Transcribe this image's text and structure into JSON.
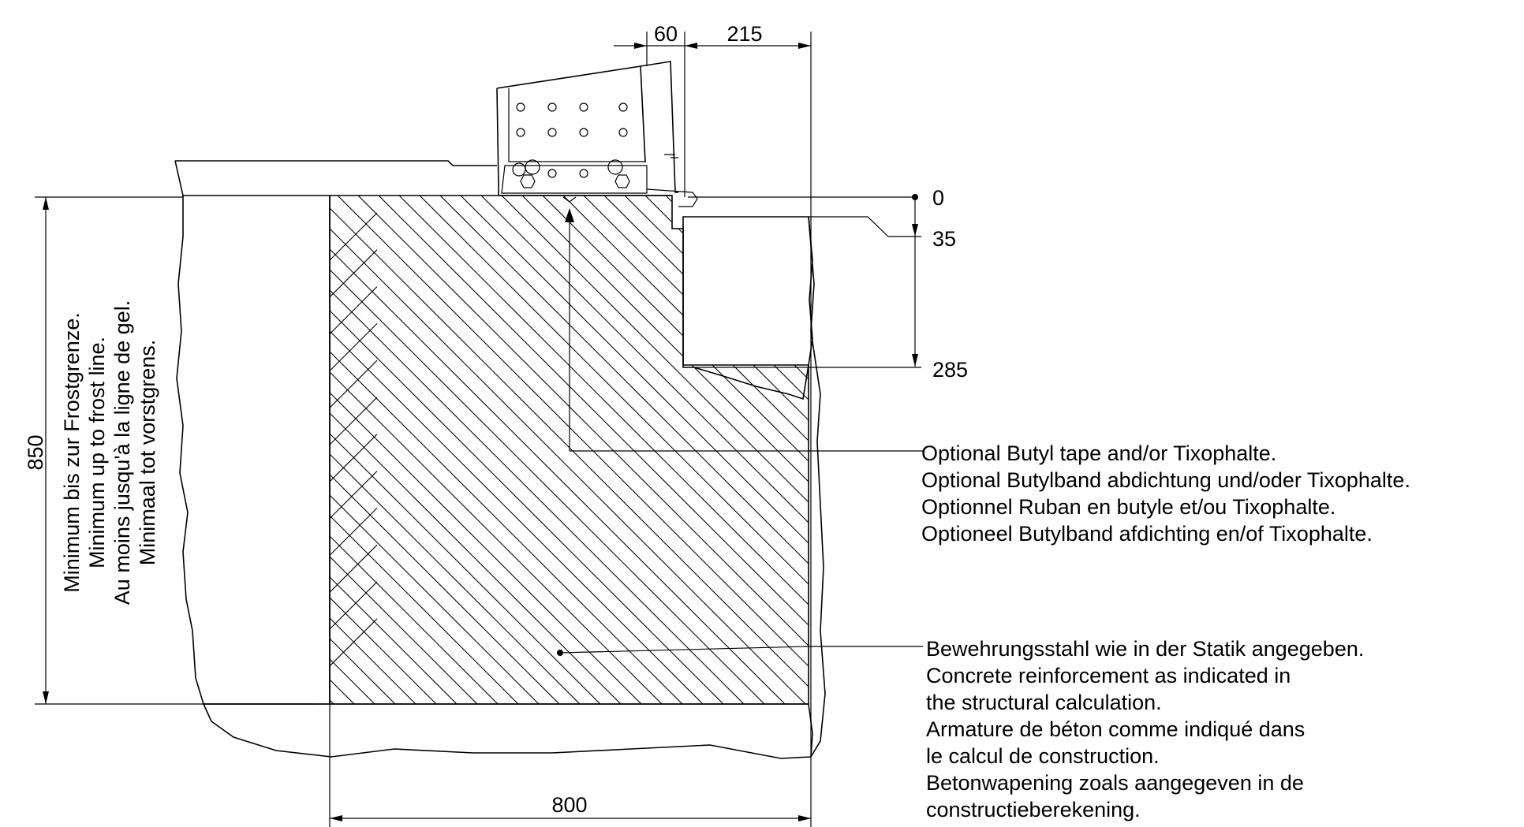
{
  "dimensions": {
    "top_left": "60",
    "top_right": "215",
    "level_0": "0",
    "level_35": "35",
    "level_285": "285",
    "depth": "850",
    "width": "800"
  },
  "frost_note": [
    "Minimum bis zur Frostgrenze.",
    "Minimum up to frost line.",
    "Au moins jusqu'à la ligne de gel.",
    "Minimaal tot vorstgrens."
  ],
  "butyl_note": [
    "Optional Butyl tape and/or Tixophalte.",
    "Optional Butylband abdichtung und/oder Tixophalte.",
    "Optionnel Ruban en butyle et/ou Tixophalte.",
    "Optioneel Butylband afdichting en/of Tixophalte."
  ],
  "reinforcement_note": [
    "Bewehrungsstahl wie in der Statik angegeben.",
    "Concrete reinforcement as indicated in",
    "the structural calculation.",
    "Armature de béton comme indiqué dans",
    "le calcul de construction.",
    "Betonwapening zoals aangegeven in de",
    "constructieberekening."
  ]
}
